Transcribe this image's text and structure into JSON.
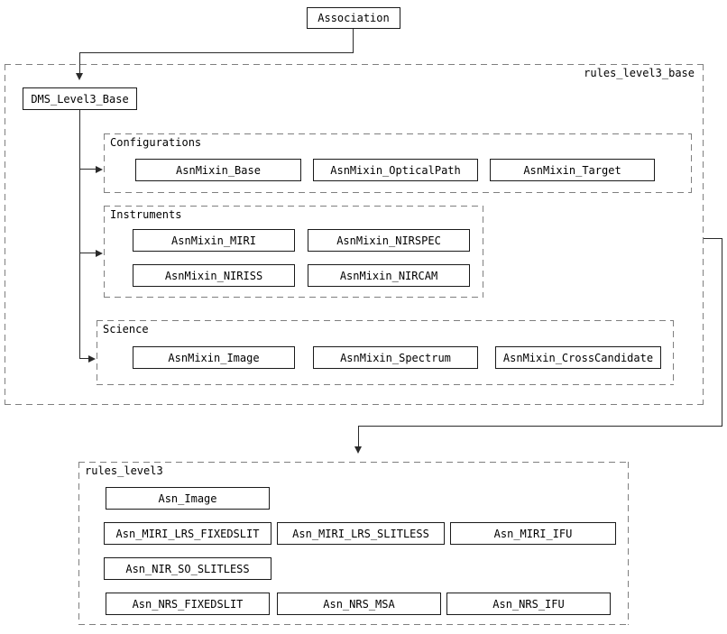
{
  "diagram": {
    "title_node": "Association",
    "colors": {
      "background": "#ffffff",
      "node_border": "#1a1a1a",
      "cluster_border": "#7f7f7f",
      "edge": "#2a2a2a",
      "text": "#000000"
    },
    "clusters": {
      "rules_level3_base": {
        "label": "rules_level3_base",
        "base_node": "DMS_Level3_Base",
        "configurations": {
          "label": "Configurations",
          "nodes": [
            "AsnMixin_Base",
            "AsnMixin_OpticalPath",
            "AsnMixin_Target"
          ]
        },
        "instruments": {
          "label": "Instruments",
          "nodes": [
            "AsnMixin_MIRI",
            "AsnMixin_NIRSPEC",
            "AsnMixin_NIRISS",
            "AsnMixin_NIRCAM"
          ]
        },
        "science": {
          "label": "Science",
          "nodes": [
            "AsnMixin_Image",
            "AsnMixin_Spectrum",
            "AsnMixin_CrossCandidate"
          ]
        }
      },
      "rules_level3": {
        "label": "rules_level3",
        "nodes": [
          "Asn_Image",
          "Asn_MIRI_LRS_FIXEDSLIT",
          "Asn_MIRI_LRS_SLITLESS",
          "Asn_MIRI_IFU",
          "Asn_NIR_SO_SLITLESS",
          "Asn_NRS_FIXEDSLIT",
          "Asn_NRS_MSA",
          "Asn_NRS_IFU"
        ]
      }
    }
  }
}
